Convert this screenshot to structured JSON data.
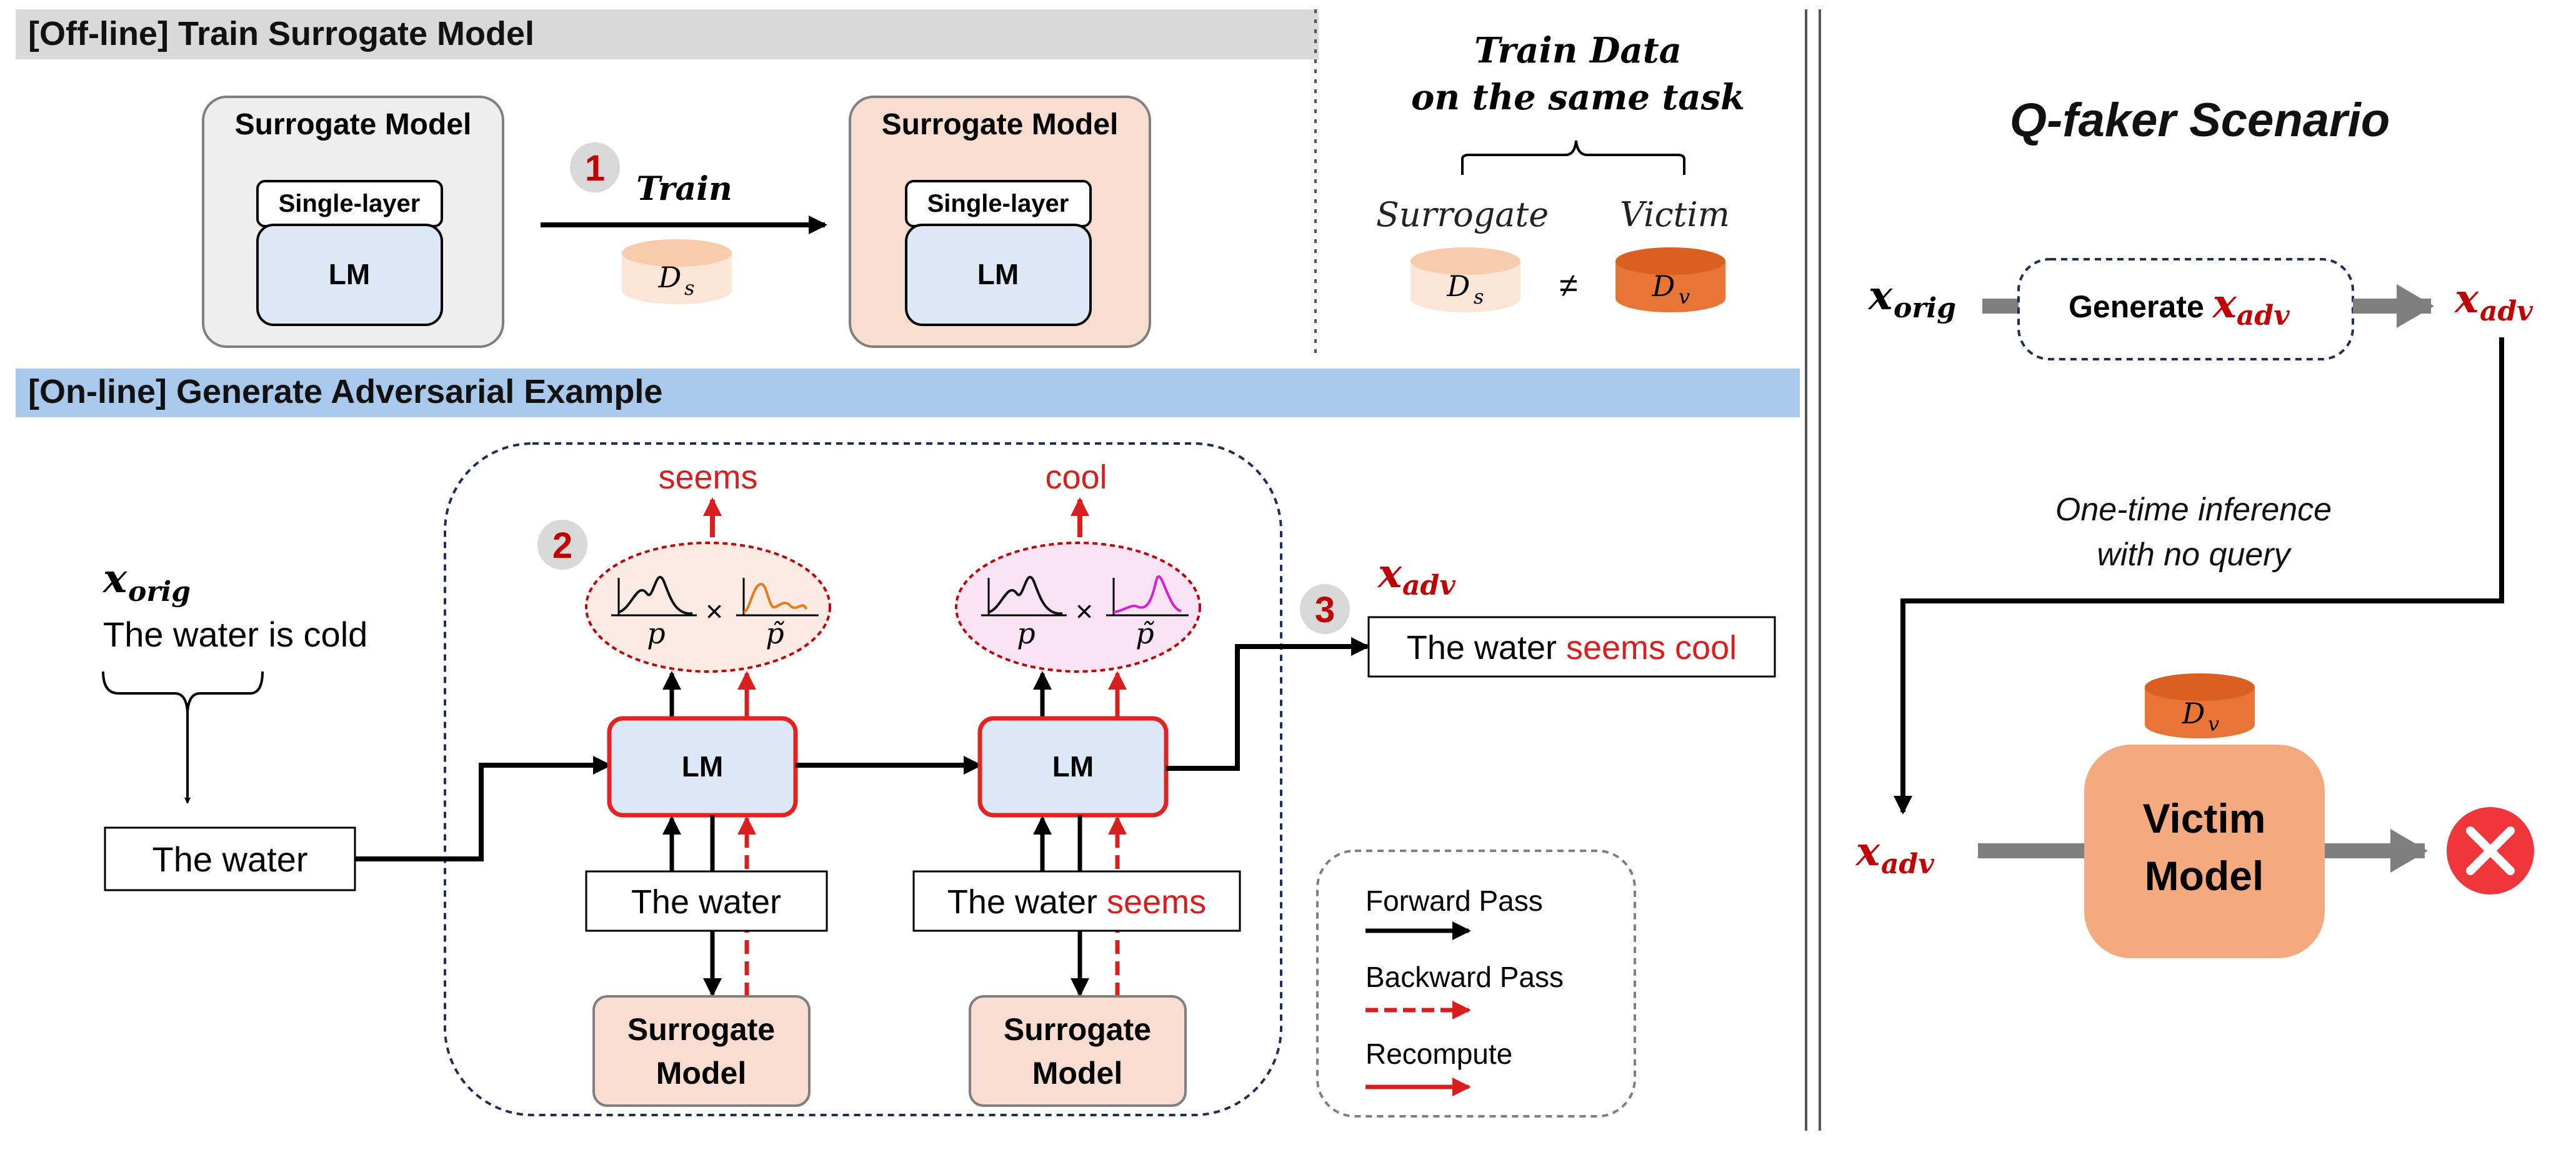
{
  "offline": {
    "title": "[Off-line] Train Surrogate Model",
    "surrogate_box_label": "Surrogate Model",
    "single_layer_label": "Single-layer",
    "lm_label": "LM",
    "step_number": "1",
    "train_label": "Train",
    "dataset_base": "D",
    "dataset_sub": "s",
    "train_data_title_line1": "Train Data",
    "train_data_title_line2": "on the same task",
    "surrogate_label": "Surrogate",
    "victim_label": "Victim",
    "not_equal_symbol": "≠",
    "victim_dataset_base": "D",
    "victim_dataset_sub": "v"
  },
  "online": {
    "title": "[On-line] Generate Adversarial Example",
    "x_orig_base": "x",
    "x_orig_sub": "orig",
    "orig_sentence": "The water is cold",
    "prefix_input": "The water",
    "step2_number": "2",
    "step3_number": "3",
    "lm_label": "LM",
    "output_word_1": "seems",
    "output_word_2": "cool",
    "p_label": "p",
    "p_tilde_label": "p̃",
    "times_symbol": "×",
    "context_1": "The water",
    "context_2_prefix": "The water ",
    "context_2_highlight": "seems",
    "surrogate_line1": "Surrogate",
    "surrogate_line2": "Model",
    "x_adv_base": "x",
    "x_adv_sub": "adv",
    "result_prefix": "The water ",
    "result_highlight": "seems cool"
  },
  "legend": {
    "forward": "Forward Pass",
    "backward": "Backward Pass",
    "recompute": "Recompute"
  },
  "scenario": {
    "title": "Q-faker Scenario",
    "x_orig_base": "x",
    "x_orig_sub": "orig",
    "generate_label": "Generate ",
    "x_adv_base": "x",
    "x_adv_sub": "adv",
    "inference_line1": "One-time inference",
    "inference_line2": "with no query",
    "victim_dataset_base": "D",
    "victim_dataset_sub": "v",
    "victim_line1": "Victim",
    "victim_line2": "Model"
  },
  "colors": {
    "red": "#d81e1e",
    "navy": "#1f2d5a",
    "lm_fill": "#dce8f5",
    "surrogate_fill": "#f8ddd0",
    "offline_band": "#d9d9d9",
    "online_band": "#a9c9ec",
    "victim_fill": "#f4a97f",
    "victim_db": "#e87535",
    "fail": "#f0353b"
  }
}
